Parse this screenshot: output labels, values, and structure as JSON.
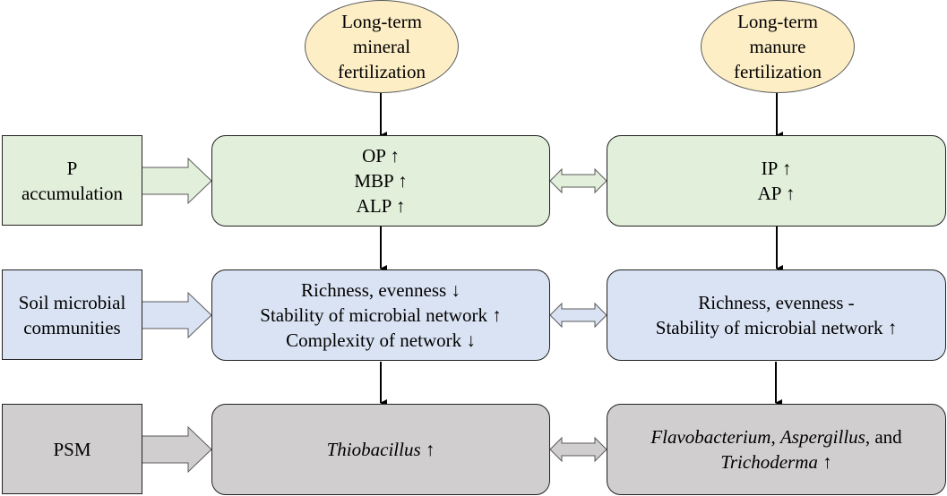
{
  "top_nodes": {
    "mineral": {
      "lines": [
        "Long-term",
        "mineral",
        "fertilization"
      ]
    },
    "manure": {
      "lines": [
        "Long-term",
        "manure",
        "fertilization"
      ]
    }
  },
  "rows": [
    {
      "side_label": [
        "P",
        "accumulation"
      ],
      "color": "#e2efda",
      "mineral": {
        "lines": [
          "OP ↑",
          "MBP ↑",
          "ALP ↑"
        ]
      },
      "manure": {
        "lines": [
          "IP ↑",
          "AP ↑"
        ]
      }
    },
    {
      "side_label": [
        "Soil microbial",
        "communities"
      ],
      "color": "#dae3f3",
      "mineral": {
        "lines": [
          "Richness, evenness ↓",
          "Stability of microbial network ↑",
          "Complexity of network ↓"
        ]
      },
      "manure": {
        "lines": [
          "Richness, evenness -",
          "Stability of microbial network ↑"
        ]
      }
    },
    {
      "side_label": [
        "PSM"
      ],
      "color": "#d0cece",
      "mineral": {
        "italic": "Thiobacillus",
        "suffix": " ↑"
      },
      "manure": {
        "italic_1": "Flavobacterium",
        "sep_1": ", ",
        "italic_2": "Aspergillus",
        "sep_2": ", and",
        "italic_3": "Trichoderma",
        "suffix": " ↑"
      }
    }
  ],
  "connectors": {
    "vertical_arrow_icon": "arrow-down",
    "side_arrow_icon": "block-arrow-right",
    "between_arrow_icon": "block-arrow-double"
  }
}
